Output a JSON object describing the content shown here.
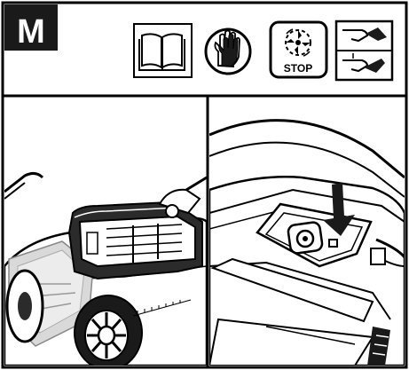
{
  "step_badge": {
    "label": "M",
    "bg": "#1a1a1a",
    "fg": "#ffffff"
  },
  "icons": [
    {
      "name": "read-manual-icon"
    },
    {
      "name": "wear-gloves-icon"
    },
    {
      "name": "blade-stop-icon",
      "label": "STOP"
    },
    {
      "name": "lever-release-icon"
    }
  ],
  "panels": [
    {
      "name": "mower-overview-panel",
      "description_icon": "battery-mower"
    },
    {
      "name": "button-detail-panel",
      "description_icon": "push-button"
    }
  ],
  "colors": {
    "line": "#000000",
    "paper": "#ffffff",
    "shade": "#d9d9d9",
    "dark": "#2b2b2b",
    "highlight": "#b8b8b8"
  }
}
